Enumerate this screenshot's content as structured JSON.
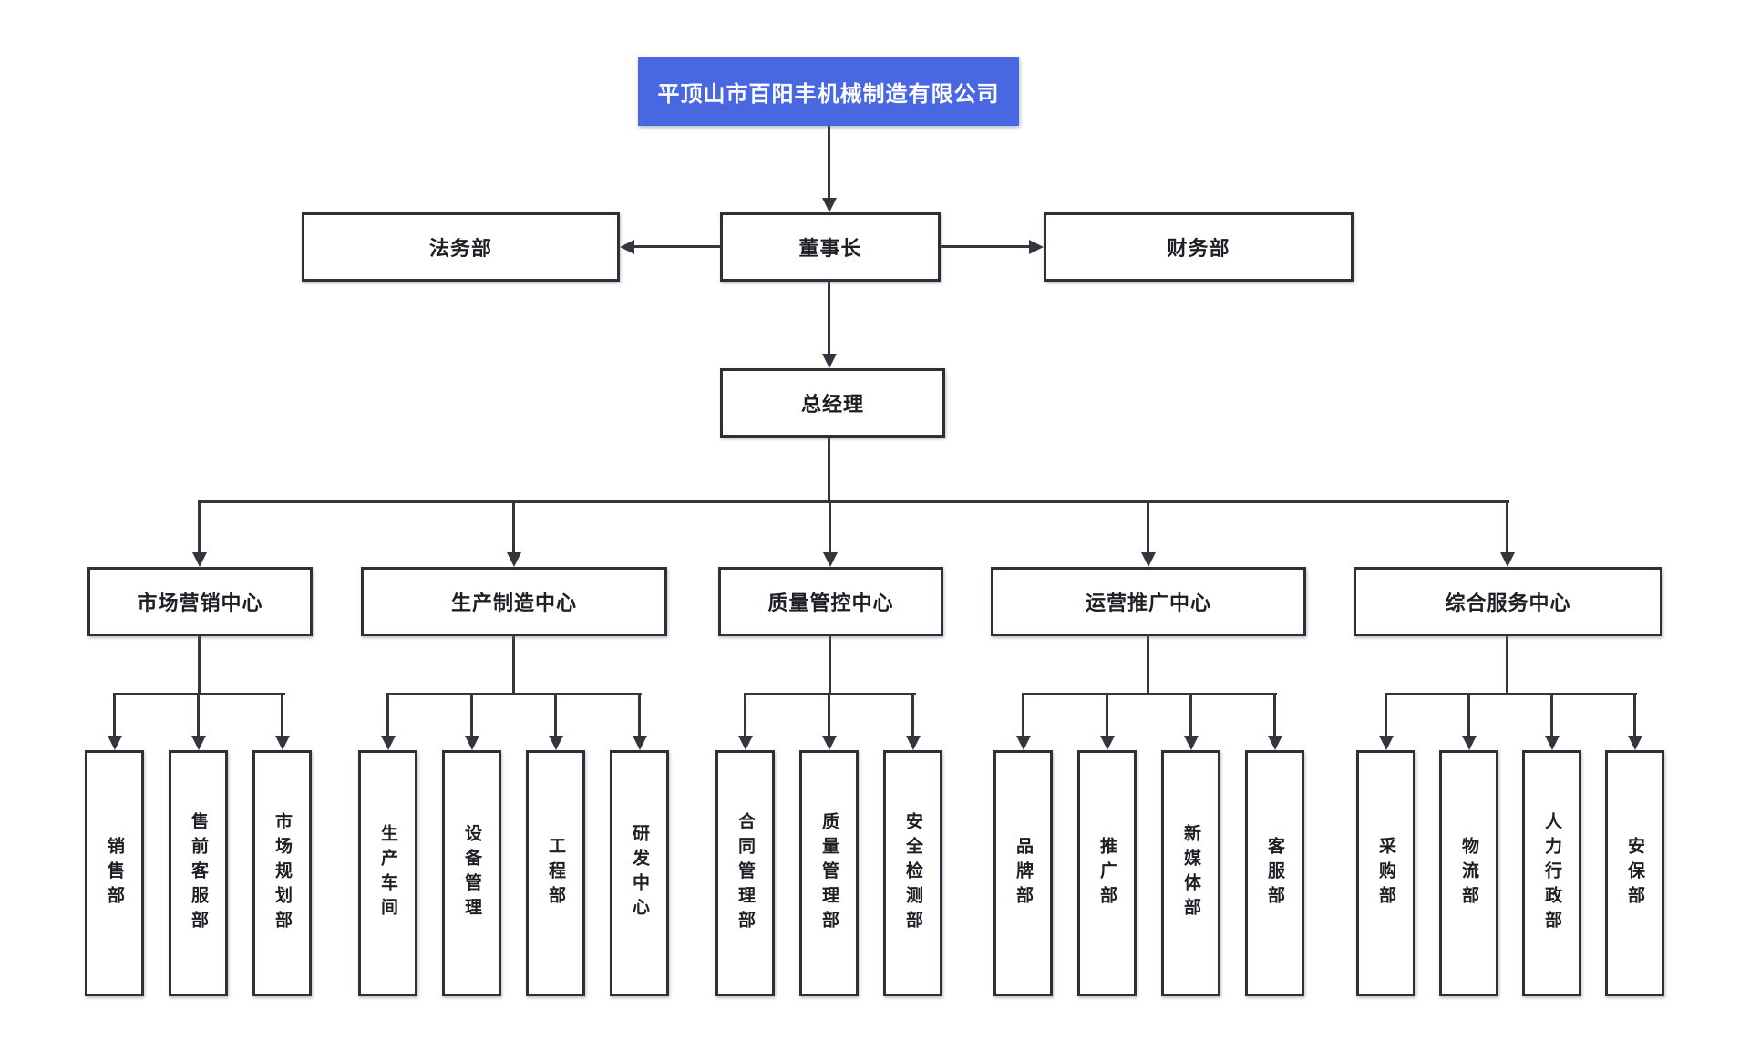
{
  "colors": {
    "accent_blue": "#4867e0",
    "line": "#33373d",
    "box_border": "#2b3039",
    "text": "#1c1f24",
    "root_text": "#ffffff",
    "background": "#ffffff"
  },
  "org": {
    "root": "平顶山市百阳丰机械制造有限公司",
    "advisors": {
      "left": "法务部",
      "center": "董事长",
      "right": "财务部"
    },
    "general_manager": "总经理",
    "centers": [
      {
        "label": "市场营销中心",
        "children": [
          "销售部",
          "售前客服部",
          "市场规划部"
        ]
      },
      {
        "label": "生产制造中心",
        "children": [
          "生产车间",
          "设备管理",
          "工程部",
          "研发中心"
        ]
      },
      {
        "label": "质量管控中心",
        "children": [
          "合同管理部",
          "质量管理部",
          "安全检测部"
        ]
      },
      {
        "label": "运营推广中心",
        "children": [
          "品牌部",
          "推广部",
          "新媒体部",
          "客服部"
        ]
      },
      {
        "label": "综合服务中心",
        "children": [
          "采购部",
          "物流部",
          "人力行政部",
          "安保部"
        ]
      }
    ]
  }
}
